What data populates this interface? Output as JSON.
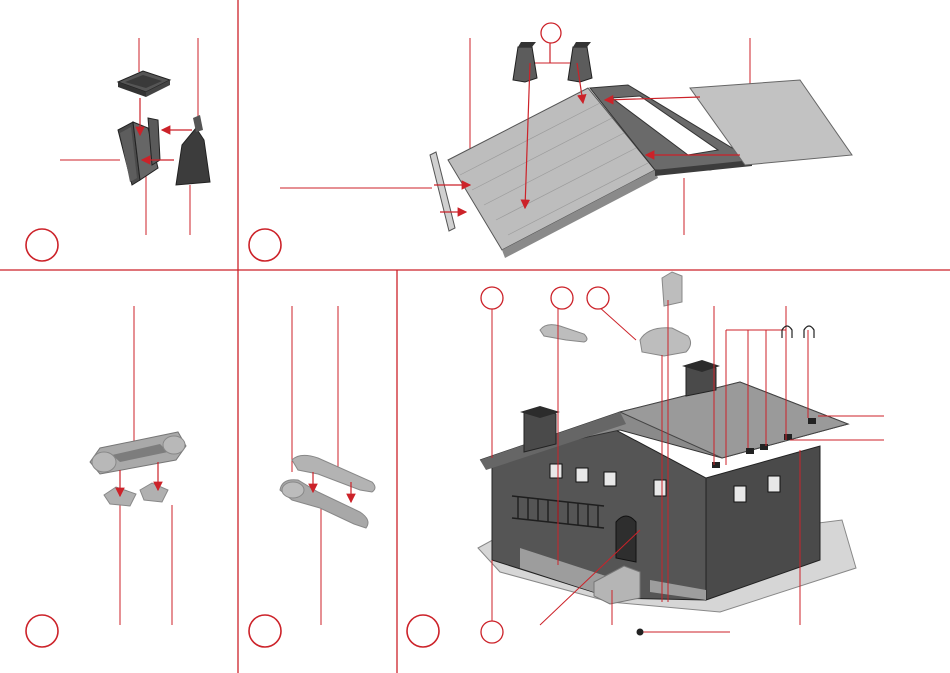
{
  "page": {
    "type": "assembly-instructions",
    "accent_color": "#cc2229",
    "part_color_dark": "#3a3a3a",
    "part_color_light": "#cfcfcf"
  },
  "steps": [
    {
      "panel": "chimney-assembly",
      "number": ""
    },
    {
      "panel": "roof-assembly",
      "number": ""
    },
    {
      "panel": "balcony-part-assembly",
      "number": ""
    },
    {
      "panel": "bracket-assembly",
      "number": ""
    },
    {
      "panel": "final-house-assembly",
      "number": ""
    }
  ],
  "reference_circles": [
    {
      "id": "roof-chimney-ref",
      "label": ""
    },
    {
      "id": "house-ref-a",
      "label": ""
    },
    {
      "id": "house-ref-b",
      "label": ""
    },
    {
      "id": "house-ref-c",
      "label": ""
    },
    {
      "id": "house-ref-d",
      "label": ""
    }
  ]
}
